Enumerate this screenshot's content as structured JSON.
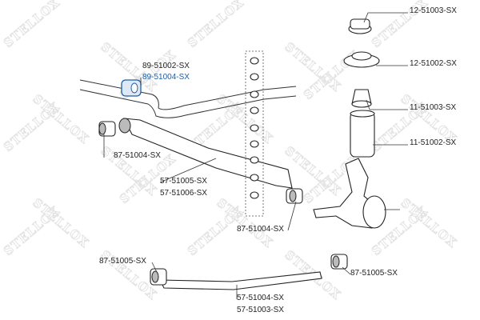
{
  "watermark": "STELLOX",
  "labels": {
    "top_mount": "12-51003-SX",
    "spring_seat": "12-51002-SX",
    "bump_stop": "11-51003-SX",
    "dust_boot": "11-51002-SX",
    "stab_bush_1": "89-51002-SX",
    "stab_bush_2": "89-51004-SX",
    "arm_bush_left": "87-51004-SX",
    "trailing_arm_1": "57-51005-SX",
    "trailing_arm_2": "57-51006-SX",
    "arm_bush_right": "87-51004-SX",
    "lower_bush_left": "87-51005-SX",
    "lower_bush_right": "87-51005-SX",
    "lower_arm_1": "57-51004-SX",
    "lower_arm_2": "57-51003-SX"
  },
  "colors": {
    "highlight": "#1f5fa8",
    "text": "#222222"
  }
}
